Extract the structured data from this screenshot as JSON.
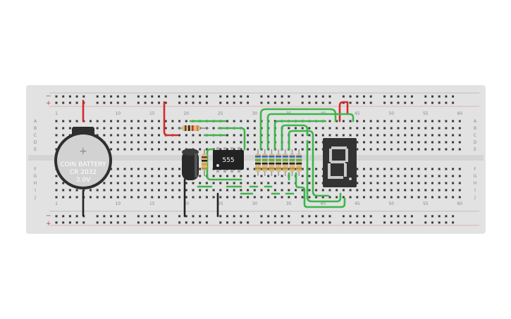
{
  "breadboard": {
    "column_numbers": [
      "1",
      "10",
      "15",
      "20",
      "25",
      "30",
      "35",
      "40",
      "45",
      "50",
      "55",
      "60"
    ],
    "row_letters_top": [
      "A",
      "B",
      "C",
      "D",
      "E"
    ],
    "row_letters_bottom": [
      "F",
      "G",
      "H",
      "I",
      "J"
    ],
    "rail_minus": "−",
    "rail_plus": "+"
  },
  "battery": {
    "symbol": "+",
    "line1": "COIN BATTERY",
    "line2": "CR 2032",
    "line3": "3.0V"
  },
  "ic": {
    "label": "555"
  },
  "colors": {
    "board": "#e2e2e2",
    "hole": "#3a3a3a",
    "wire_green": "#3cb64a",
    "wire_red": "#d42b2b",
    "wire_black": "#222222",
    "battery_body": "#3b3b3b",
    "ic_body": "#222222",
    "display_body": "#333333",
    "display_segment_on": "#c9c9c9"
  }
}
